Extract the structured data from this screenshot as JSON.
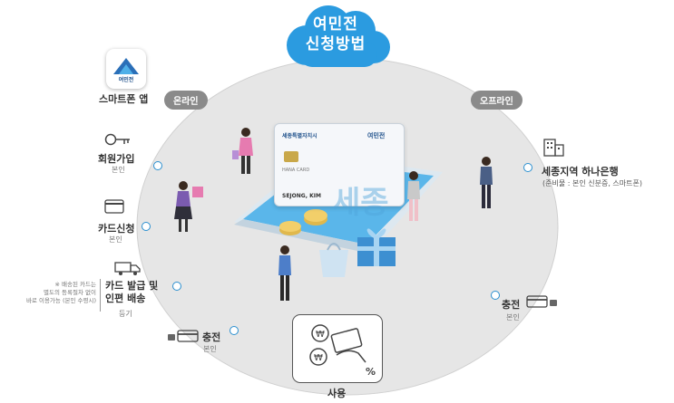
{
  "title": {
    "line1": "여민전",
    "line2": "신청방법"
  },
  "app": {
    "logo_text": "여민전",
    "label": "스마트폰 앱"
  },
  "tabs": {
    "online": "온라인",
    "offline": "오프라인"
  },
  "steps": {
    "signup": {
      "label": "회원가입",
      "sub": "본인"
    },
    "card_apply": {
      "label": "카드신청",
      "sub": "본인"
    },
    "delivery": {
      "note1": "※ 배송된 카드는",
      "note2": "별도의 등록절차 없이",
      "note3": "바로 이용가능 (본인 수령시)",
      "label1": "카드 발급 및",
      "label2": "인편 배송",
      "sub": "등기"
    },
    "charge_online": {
      "label": "충전",
      "sub": "본인"
    },
    "bank": {
      "label": "세종지역 하나은행",
      "sub": "(준비물 : 본인 신분증, 스마트폰)"
    },
    "charge_offline": {
      "label": "충전",
      "sub": "본인"
    },
    "use": {
      "label": "사용"
    }
  },
  "card": {
    "brand": "여민전",
    "issuer": "세종특별자치시",
    "hana": "HANA CARD",
    "name": "SEJONG, KIM"
  },
  "watermark": "세종",
  "colors": {
    "circle": "#e6e6e6",
    "accent": "#2a8fd0",
    "cloud": "#2b9be0",
    "pill": "#8a8a8a"
  }
}
